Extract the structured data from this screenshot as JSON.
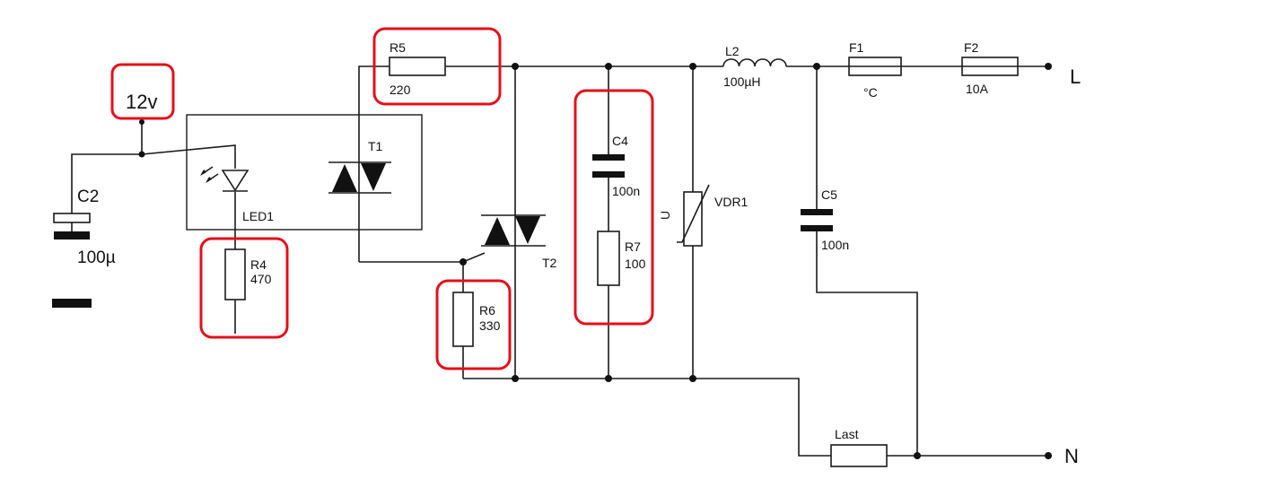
{
  "supply": {
    "label": "12v"
  },
  "components": {
    "c2": {
      "name": "C2",
      "value": "100µ"
    },
    "led1": {
      "name": "LED1"
    },
    "r4": {
      "name": "R4",
      "value": "470"
    },
    "t1": {
      "name": "T1"
    },
    "r5": {
      "name": "R5",
      "value": "220"
    },
    "t2": {
      "name": "T2"
    },
    "r6": {
      "name": "R6",
      "value": "330"
    },
    "c4": {
      "name": "C4",
      "value": "100n"
    },
    "r7": {
      "name": "R7",
      "value": "100"
    },
    "vdr1": {
      "name": "VDR1",
      "symbol": "U"
    },
    "l2": {
      "name": "L2",
      "value": "100µH"
    },
    "c5": {
      "name": "C5",
      "value": "100n"
    },
    "f1": {
      "name": "F1",
      "value": "°C"
    },
    "f2": {
      "name": "F2",
      "value": "10A"
    },
    "last": {
      "name": "Last"
    }
  },
  "terminals": {
    "line": "L",
    "neutral": "N"
  },
  "colors": {
    "highlight": "#e3101b",
    "ink": "#111111"
  }
}
